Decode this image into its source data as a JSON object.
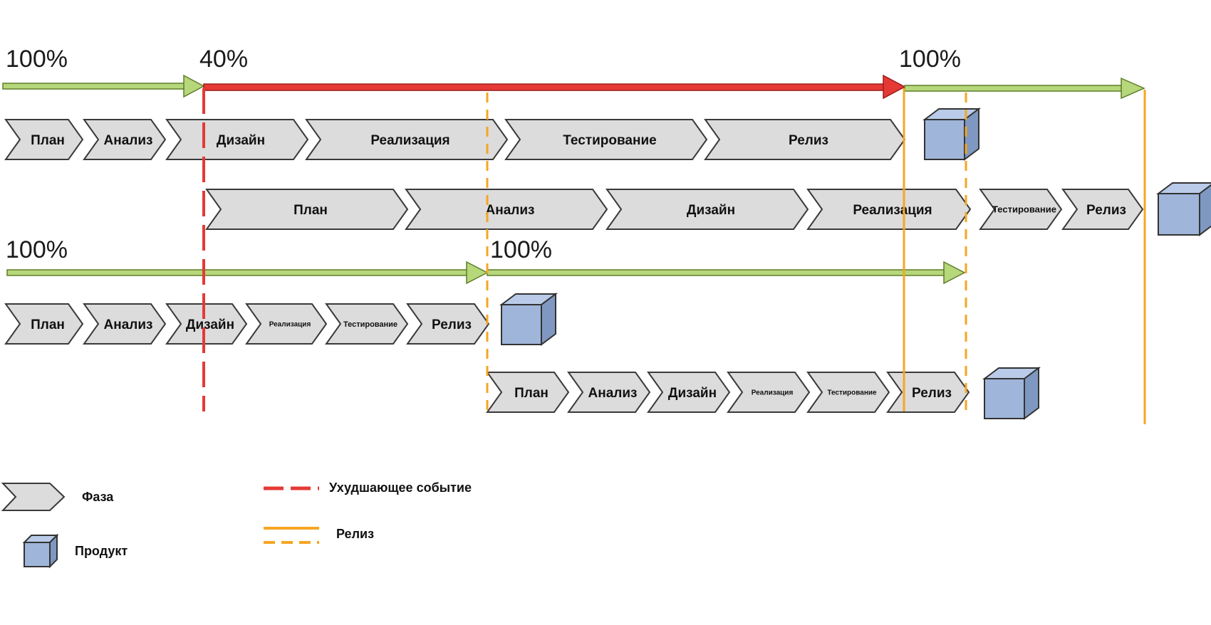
{
  "colors": {
    "green_arrow": "#b6d77a",
    "red_arrow": "#e53935",
    "orange_release": "#f5a623",
    "phase_fill": "#dcdcdc",
    "cube": "#9fb5d9"
  },
  "percent_labels": [
    "100%",
    "40%",
    "100%",
    "100%",
    "100%"
  ],
  "phase_rows": [
    {
      "phases": [
        "План",
        "Анализ",
        "Дизайн",
        "Реализация",
        "Тестирование",
        "Релиз"
      ]
    },
    {
      "phases": [
        "План",
        "Анализ",
        "Дизайн",
        "Реализация",
        "Тестирование",
        "Релиз"
      ]
    },
    {
      "phases": [
        "План",
        "Анализ",
        "Дизайн",
        "Реализация",
        "Тестирование",
        "Релиз"
      ]
    },
    {
      "phases": [
        "План",
        "Анализ",
        "Дизайн",
        "Реализация",
        "Тестирование",
        "Релиз"
      ]
    }
  ],
  "legend": {
    "phase": "Фаза",
    "product": "Продукт",
    "degrading_event": "Ухудшающее событие",
    "release": "Релиз"
  },
  "icons": {
    "phase": "chevron-icon",
    "product": "cube-icon"
  }
}
